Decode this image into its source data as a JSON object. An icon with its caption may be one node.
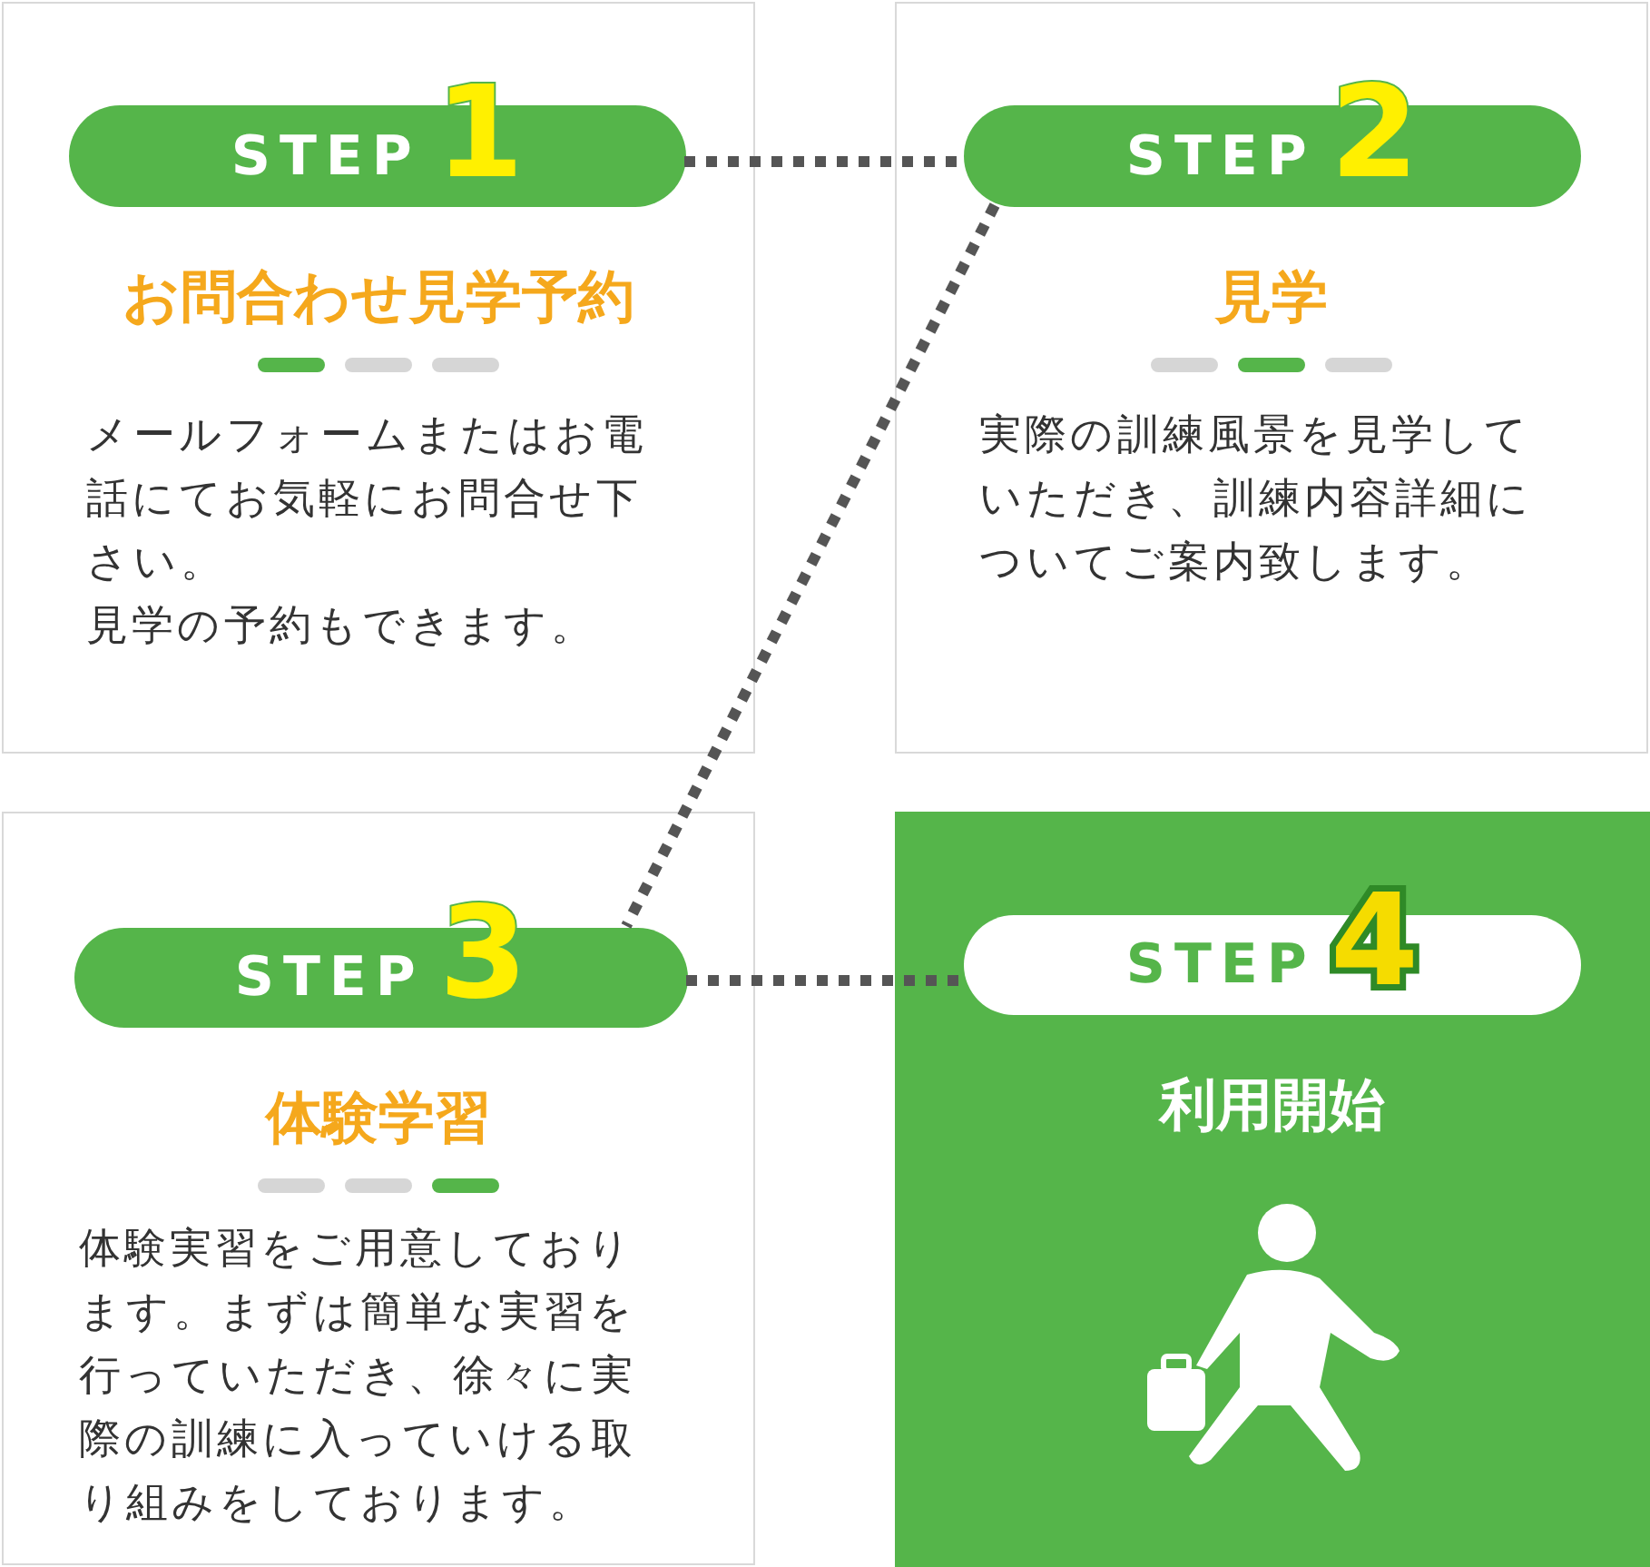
{
  "diagram": {
    "nodes": [
      {
        "text": [
          "お問合わせ見学予約",
          "メールフォームまたはお電話にてお気軽にお問合せ下さい。",
          "見学の予約もできます。"
        ]
      },
      {
        "text": [
          "STEP",
          "1"
        ],
        "in": 0
      },
      {
        "text": [
          "見学",
          "実際の訓練風景を見学していただき、訓練内容詳細についてご案内致します。"
        ]
      },
      {
        "text": [
          "STEP",
          "2"
        ],
        "in": 2
      },
      {
        "text": [
          "体験学習",
          "体験実習をご用意しております。まずは簡単な実習を行っていただき、徐々に実際の訓練に入っていける取り組みをしております。"
        ]
      },
      {
        "text": [
          "STEP",
          "3"
        ],
        "in": 4
      },
      {
        "text": [
          "利用開始"
        ]
      },
      {
        "text": [
          "STEP",
          "4"
        ],
        "in": 6
      }
    ],
    "edges": [
      {
        "from": 1,
        "to": 3,
        "arrow": "none",
        "style": "dashed"
      },
      {
        "from": 3,
        "to": 5,
        "arrow": "none",
        "style": "dashed"
      },
      {
        "from": 5,
        "to": 7,
        "arrow": "none",
        "style": "dashed"
      }
    ]
  }
}
